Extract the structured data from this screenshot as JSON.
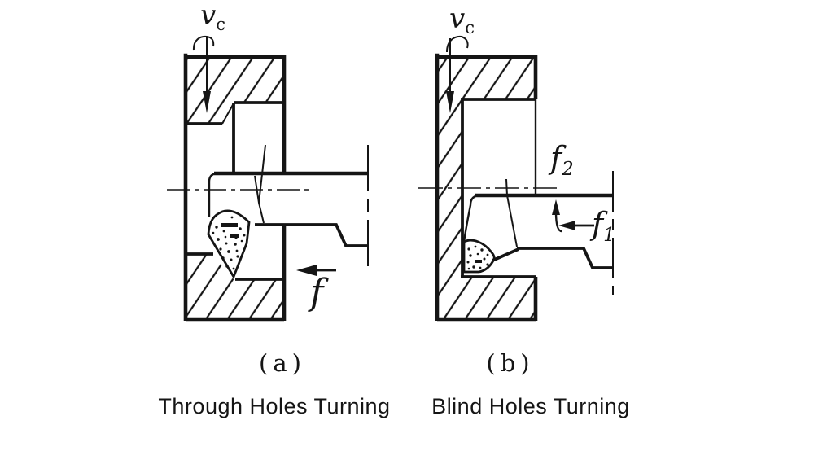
{
  "figure": {
    "background": "#ffffff",
    "ink": "#151515",
    "panels": [
      {
        "tag": "(a)",
        "caption": "Through Holes Turning",
        "labels": {
          "cutting_speed": {
            "base": "v",
            "sub": "c"
          },
          "feed": "f"
        }
      },
      {
        "tag": "(b)",
        "caption": "Blind Holes Turning",
        "labels": {
          "cutting_speed": {
            "base": "v",
            "sub": "c"
          },
          "feed_axial": {
            "base": "f",
            "sub": "1"
          },
          "feed_radial": {
            "base": "f",
            "sub": "2"
          }
        }
      }
    ]
  }
}
